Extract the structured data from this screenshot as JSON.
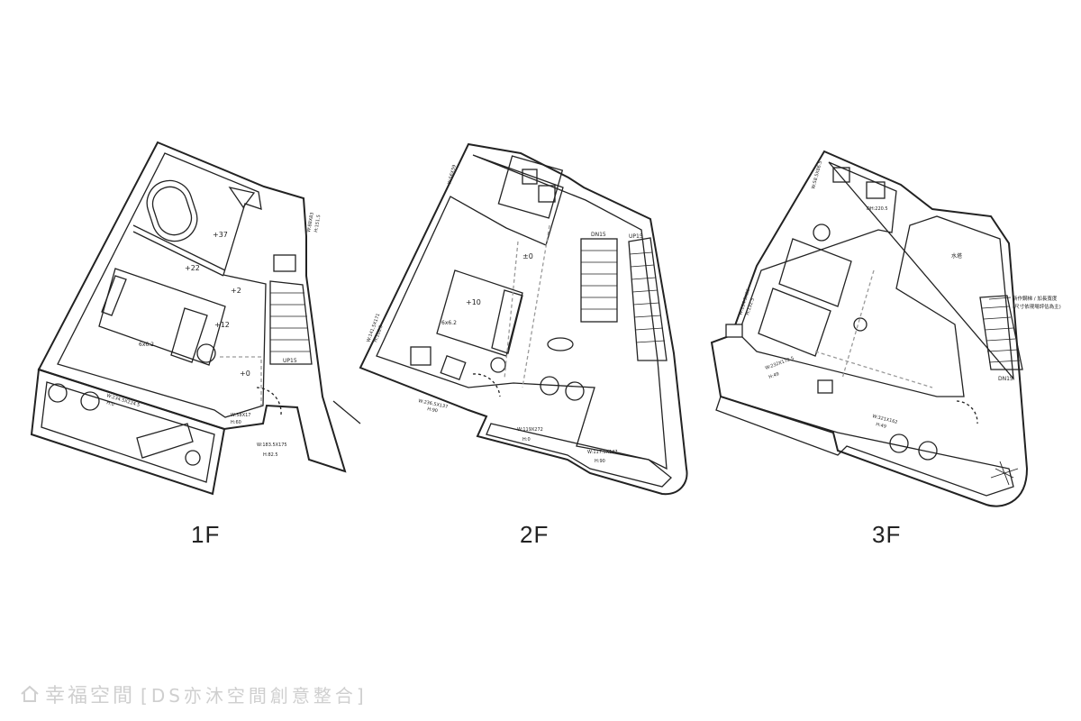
{
  "floors": [
    {
      "label": "1F",
      "annotations": {
        "elev_37": "+37",
        "elev_22": "+22",
        "elev_2": "+2",
        "elev_12": "+12",
        "elev_0": "+0",
        "bed": "6x6.2",
        "stair": "UP15",
        "win_bottom": "W:234.5X224.5",
        "win_bottom_h": "H:0",
        "door_dim": "W:58X17",
        "door_dim_h": "H:60",
        "win_right": "W:183.5X175",
        "win_right_h": "H:82.5",
        "win_top_right": "W:88X83",
        "win_top_right_h": "H:151.5"
      }
    },
    {
      "label": "2F",
      "annotations": {
        "elev_pm0": "±0",
        "elev_10": "+10",
        "bed": "6x6.2",
        "stair_dn": "DN15",
        "stair_up": "UP15",
        "win_left": "W:141.5X171",
        "win_left_h": "H:108.5",
        "win_top": "W:56X59",
        "win_bottom": "W:236.5X137",
        "win_bottom_h": "H:90",
        "win_mid": "W:119X272",
        "win_mid_h": "H:0",
        "win_corner": "W:117.5X147",
        "win_corner_h": "H:90"
      }
    },
    {
      "label": "3F",
      "annotations": {
        "win_top": "W:58.5X86.5",
        "win_left": "W:194.5X86",
        "win_left_h": "H:132.5",
        "win_mid": "W:232X172.5",
        "win_mid_h": "H:49",
        "win_bottom": "W:321X162",
        "win_bottom_h": "H:49",
        "stair_dn": "DN15",
        "room": "水塔",
        "note_1": "新作鋼梯 / 加長寬度",
        "note_2": "(尺寸依現場評估為主)",
        "dim": "DH:220.5"
      }
    }
  ],
  "watermark": {
    "brand": "幸福空間",
    "subtitle": "[DS亦沐空間創意整合]"
  },
  "colors": {
    "line": "#222222",
    "wall_fill": "#ffffff",
    "dash": "#9a9a9a",
    "watermark": "#cfcfcf"
  }
}
